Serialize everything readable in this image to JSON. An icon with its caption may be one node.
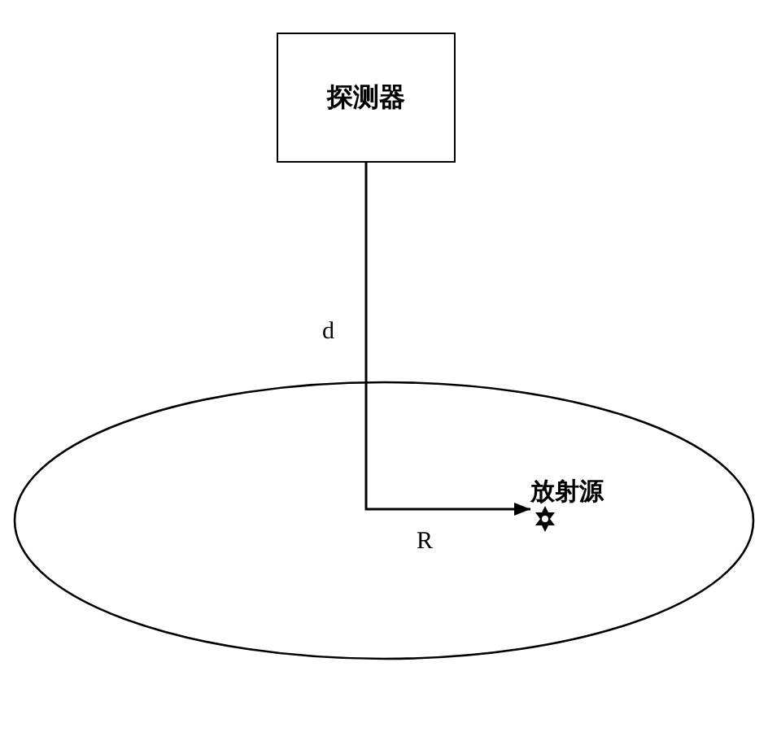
{
  "diagram": {
    "nodes": [
      {
        "text": [
          "探测器"
        ]
      },
      {
        "text": [],
        "shape": "ellipse"
      },
      {
        "text": [
          "放射源"
        ],
        "in": 1
      }
    ],
    "edges": [
      {
        "from": 0,
        "to": 2,
        "arrow": "to"
      }
    ],
    "labels": [
      "d",
      "R"
    ]
  }
}
